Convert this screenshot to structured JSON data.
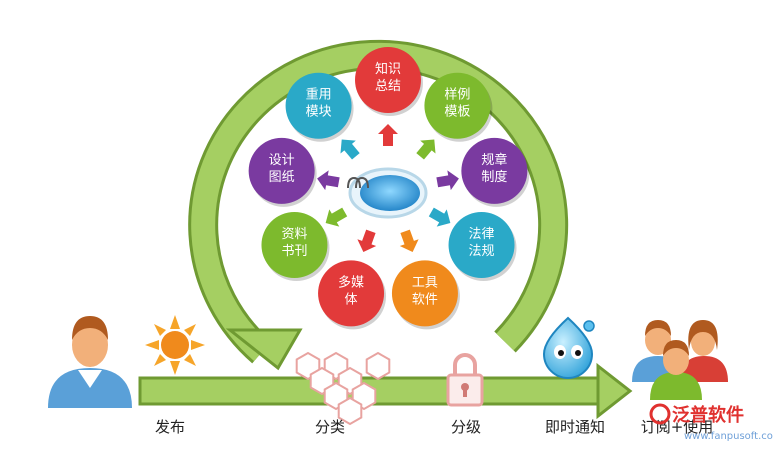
{
  "nodes": [
    {
      "id": "knowledge",
      "lines": [
        "知识",
        "总结"
      ],
      "color": "#e23a3a"
    },
    {
      "id": "template",
      "lines": [
        "样例",
        "模板"
      ],
      "color": "#7dba2d"
    },
    {
      "id": "rules",
      "lines": [
        "规章",
        "制度"
      ],
      "color": "#7a3aa0"
    },
    {
      "id": "law",
      "lines": [
        "法律",
        "法规"
      ],
      "color": "#2aa9c8"
    },
    {
      "id": "tools",
      "lines": [
        "工具",
        "软件"
      ],
      "color": "#f08a1c"
    },
    {
      "id": "media",
      "lines": [
        "多媒",
        "体"
      ],
      "color": "#e23a3a"
    },
    {
      "id": "docs",
      "lines": [
        "资料",
        "书刊"
      ],
      "color": "#7dba2d"
    },
    {
      "id": "design",
      "lines": [
        "设计",
        "图纸"
      ],
      "color": "#7a3aa0"
    },
    {
      "id": "reuse",
      "lines": [
        "重用",
        "模块"
      ],
      "color": "#2aa9c8"
    }
  ],
  "steps": {
    "publish": "发布",
    "classify": "分类",
    "grade": "分级",
    "notify": "即时通知",
    "subscribe": "订阅+使用"
  },
  "logo": {
    "text": "泛普软件",
    "url": "www.fanpusoft.com"
  },
  "colors": {
    "ring": "#97c357",
    "ring_dark": "#6f9a32",
    "pool": "#2f9fd6"
  }
}
